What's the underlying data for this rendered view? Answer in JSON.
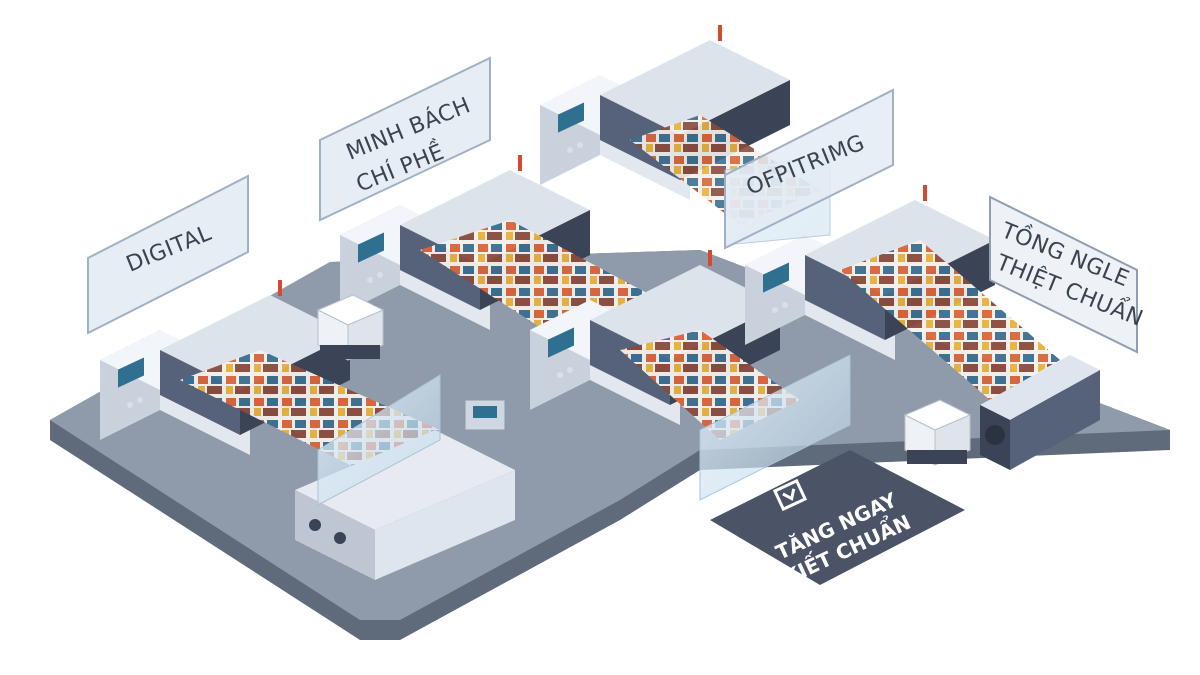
{
  "signs": {
    "digital": "DIGITAL",
    "minh_bach": [
      "MINH BÁCH",
      "CHÍ PHỀ"
    ],
    "optimizing": "OFPITRIMG",
    "tong_nghe": [
      "TỒNG NGLE",
      "THIỆT CHUẨN"
    ]
  },
  "floor_badge": {
    "lines": [
      "TĂNG NGAY",
      "KIẾT CHUẨN"
    ],
    "icon": "arrow-down-badge-icon"
  },
  "colors": {
    "background": "#ffffff",
    "floor_top": "#8f9bab",
    "floor_edge": "#5f6b7b",
    "machine_body": "#dfe5ee",
    "machine_dark": "#3a4456",
    "glass": "#cfe3f3",
    "badge": "#4a5466"
  }
}
